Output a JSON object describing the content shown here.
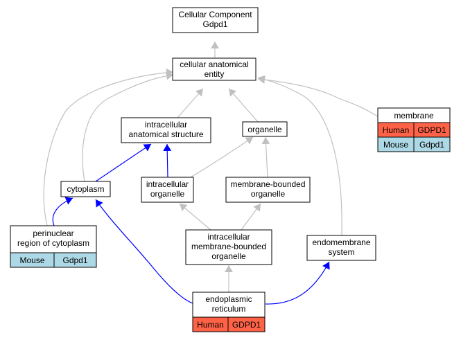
{
  "title_node": {
    "line1": "Cellular Component",
    "line2": "Gdpd1"
  },
  "nodes": {
    "cellular_anatomical_entity": {
      "line1": "cellular anatomical",
      "line2": "entity"
    },
    "intracellular_anatomical_structure": {
      "line1": "intracellular",
      "line2": "anatomical structure"
    },
    "organelle": {
      "line1": "organelle"
    },
    "membrane": {
      "line1": "membrane",
      "species1": "Human",
      "gene1": "GDPD1",
      "species2": "Mouse",
      "gene2": "Gdpd1"
    },
    "cytoplasm": {
      "line1": "cytoplasm"
    },
    "intracellular_organelle": {
      "line1": "intracellular",
      "line2": "organelle"
    },
    "membrane_bounded_organelle": {
      "line1": "membrane-bounded",
      "line2": "organelle"
    },
    "perinuclear": {
      "line1": "perinuclear",
      "line2": "region of cytoplasm",
      "species1": "Mouse",
      "gene1": "Gdpd1"
    },
    "intracellular_membrane_bounded_organelle": {
      "line1": "intracellular",
      "line2": "membrane-bounded",
      "line3": "organelle"
    },
    "endomembrane_system": {
      "line1": "endomembrane",
      "line2": "system"
    },
    "endoplasmic_reticulum": {
      "line1": "endoplasmic",
      "line2": "reticulum",
      "species1": "Human",
      "gene1": "GDPD1"
    }
  },
  "colors": {
    "human": "#ff6347",
    "mouse": "#add8e6",
    "edge_gray": "#c0c0c0",
    "edge_blue": "#0000ff"
  }
}
